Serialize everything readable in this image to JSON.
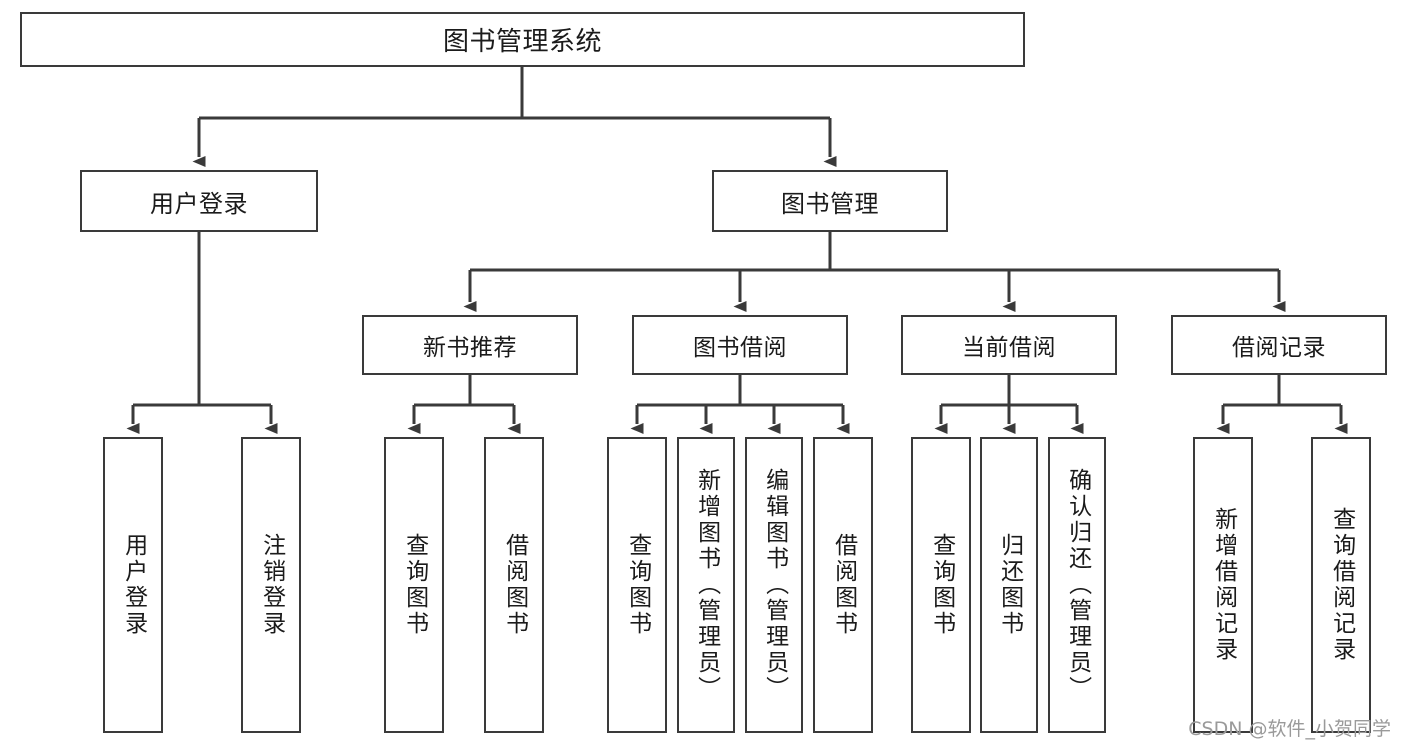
{
  "diagram": {
    "title": "图书管理系统",
    "watermark": "CSDN @软件_小贺同学",
    "line_color": "#3a3a3a",
    "box_fill": "#ffffff",
    "text_color": "#1b1b1b",
    "watermark_color": "#9a9a9a"
  },
  "nodes": {
    "root": {
      "label": "图书管理系统"
    },
    "level2": [
      {
        "label": "用户登录"
      },
      {
        "label": "图书管理"
      }
    ],
    "level3": [
      {
        "label": "新书推荐"
      },
      {
        "label": "图书借阅"
      },
      {
        "label": "当前借阅"
      },
      {
        "label": "借阅记录"
      }
    ],
    "leaves": [
      {
        "label": "用户登录",
        "parent": "用户登录"
      },
      {
        "label": "注销登录",
        "parent": "用户登录"
      },
      {
        "label": "查询图书",
        "parent": "新书推荐"
      },
      {
        "label": "借阅图书",
        "parent": "新书推荐"
      },
      {
        "label": "查询图书",
        "parent": "图书借阅"
      },
      {
        "label": "新增图书（管理员）",
        "parent": "图书借阅"
      },
      {
        "label": "编辑图书（管理员）",
        "parent": "图书借阅"
      },
      {
        "label": "借阅图书",
        "parent": "图书借阅"
      },
      {
        "label": "查询图书",
        "parent": "当前借阅"
      },
      {
        "label": "归还图书",
        "parent": "当前借阅"
      },
      {
        "label": "确认归还（管理员）",
        "parent": "当前借阅"
      },
      {
        "label": "新增借阅记录",
        "parent": "借阅记录"
      },
      {
        "label": "查询借阅记录",
        "parent": "借阅记录"
      }
    ]
  }
}
